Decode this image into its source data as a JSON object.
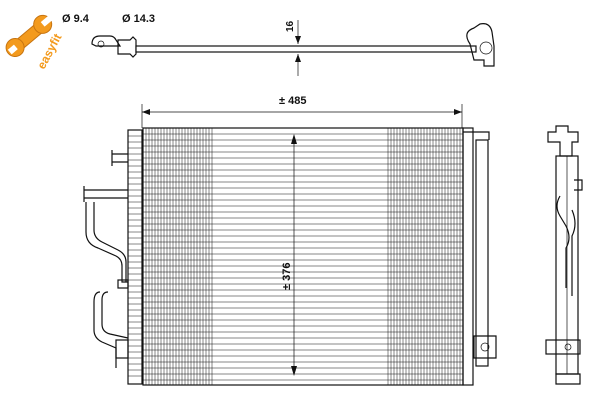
{
  "badge": {
    "label": "easyfit",
    "color": "#f39a1d"
  },
  "dimensions": {
    "small_pipe": "Ø 9.4",
    "large_pipe": "Ø 14.3",
    "bar_gap": "16",
    "width": "± 485",
    "height": "± 376"
  },
  "colors": {
    "ink": "#111111",
    "background": "#ffffff"
  }
}
